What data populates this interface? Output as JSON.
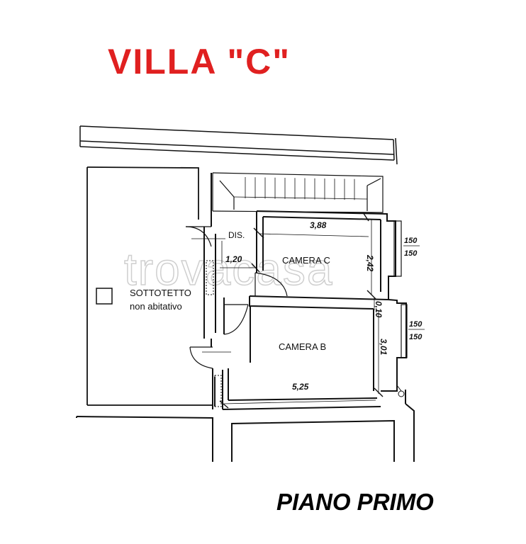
{
  "title": "VILLA \"C\"",
  "subtitle": "PIANO PRIMO",
  "watermark": "trovacasa",
  "colors": {
    "title": "#e02020",
    "walls": "#111111",
    "watermark": "#d9d9d9"
  },
  "rooms": {
    "dis": "DIS.",
    "camera_c": "CAMERA C",
    "camera_b": "CAMERA B",
    "sottotetto_line1": "SOTTOTETTO",
    "sottotetto_line2": "non abitativo"
  },
  "dimensions": {
    "camera_c_width": "3,88",
    "camera_c_depth": "2,42",
    "dis_width": "1,20",
    "wall_gap": "0,10",
    "camera_b_depth": "3,01",
    "camera_b_width": "5,25"
  },
  "windows": {
    "camera_c_top": "150",
    "camera_c_bottom": "150",
    "camera_b_top": "150",
    "camera_b_bottom": "150"
  }
}
